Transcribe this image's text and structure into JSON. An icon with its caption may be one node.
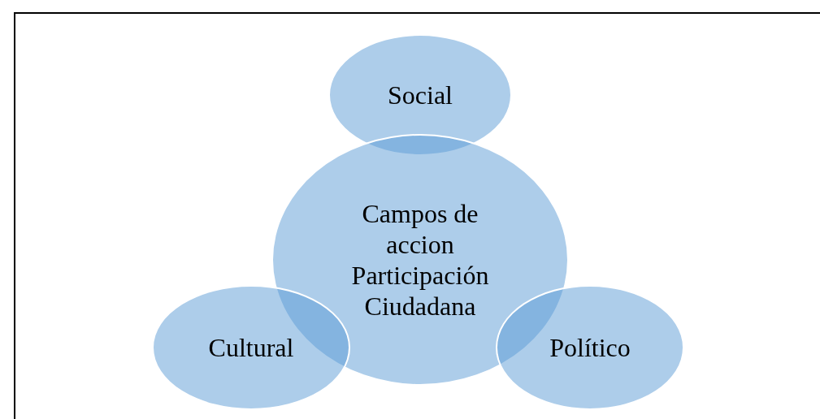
{
  "diagram": {
    "nodes": [
      {
        "text": [
          "Social"
        ]
      },
      {
        "text": [
          "Campos de accion Participación Ciudadana"
        ]
      },
      {
        "text": [
          "Cultural"
        ]
      },
      {
        "text": [
          "Político"
        ]
      }
    ]
  }
}
